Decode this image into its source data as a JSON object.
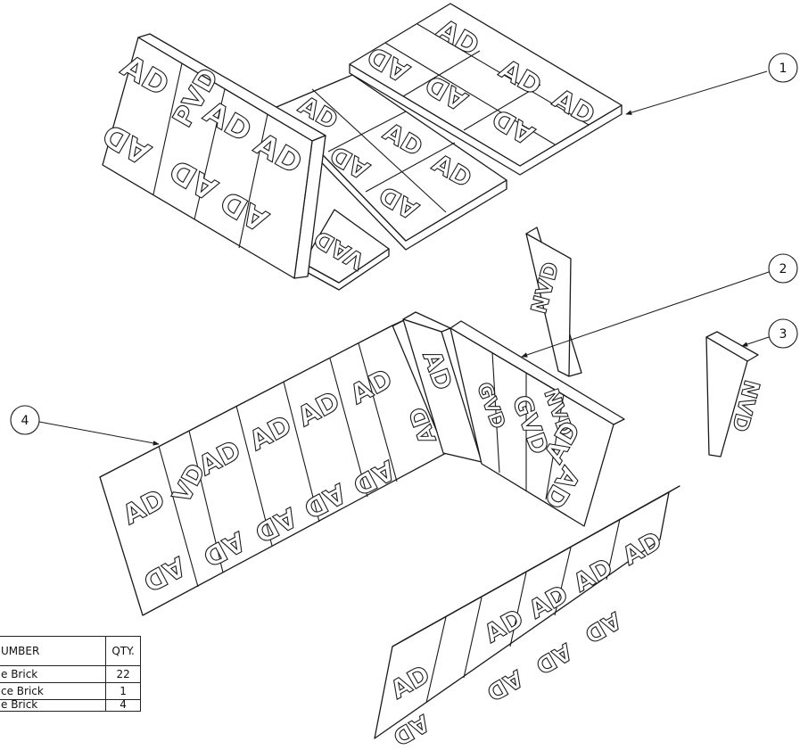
{
  "balloons": [
    {
      "id": "1",
      "label": "1"
    },
    {
      "id": "2",
      "label": "2"
    },
    {
      "id": "3",
      "label": "3"
    },
    {
      "id": "4",
      "label": "4"
    }
  ],
  "bill_of_materials": {
    "headers": {
      "name": "UMBER",
      "qty": "QTY."
    },
    "rows": [
      {
        "name": "e Brick",
        "qty": "22"
      },
      {
        "name": "ce Brick",
        "qty": "1"
      },
      {
        "name": "e Brick",
        "qty": "4"
      }
    ]
  },
  "brick_labels": {
    "ad": "AD",
    "pvd": "PVD",
    "vad": "VAD",
    "nvd": "NVD",
    "gvd": "GVD",
    "vd": "VD"
  },
  "colors": {
    "line": "#1a1a1a",
    "face": "#ffffff"
  }
}
